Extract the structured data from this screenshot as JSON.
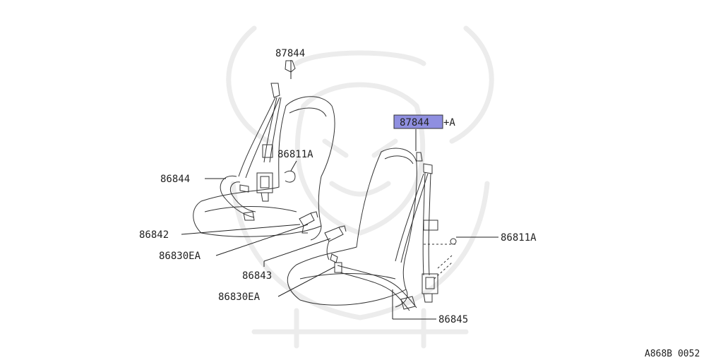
{
  "diagram_code": "A868B 0052",
  "highlight_color": "#8f8fe0",
  "callouts": {
    "top_left": "87844",
    "left_mid": "86811A",
    "left_belt": "86844",
    "left_buckle": "86842",
    "left_bolt_upper": "86830EA",
    "center_buckle": "86843",
    "center_bolt": "86830EA",
    "right_top_highlighted": "87844",
    "right_top_suffix": "+A",
    "right_mid": "86811A",
    "right_belt": "86845"
  }
}
